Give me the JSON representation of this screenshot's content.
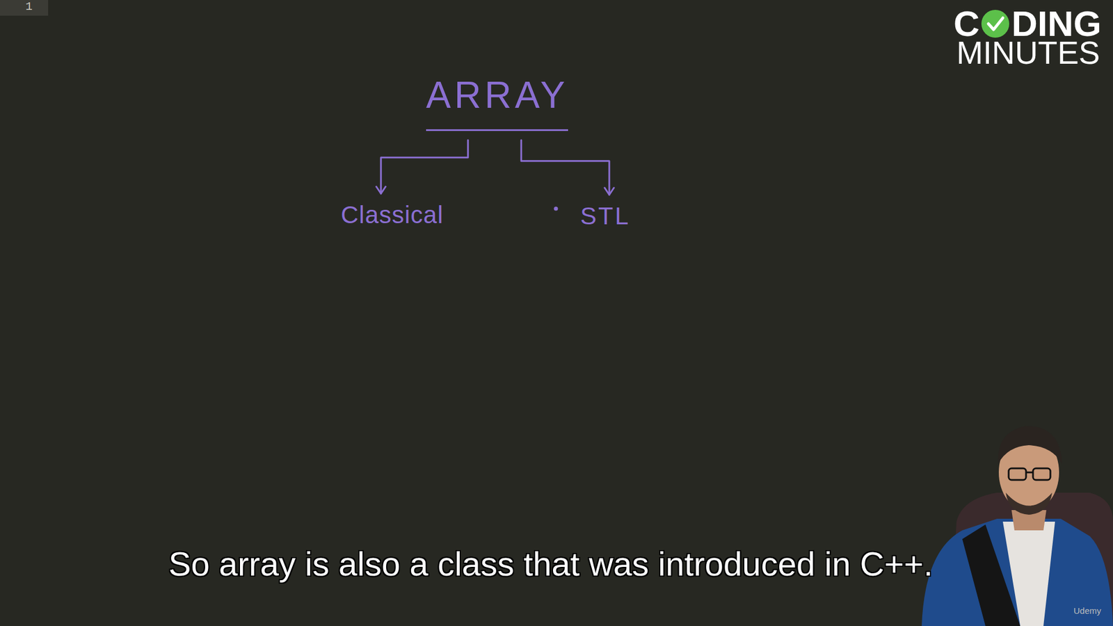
{
  "diagram": {
    "nodes": [
      {
        "text": [
          "ARRAY"
        ]
      },
      {
        "text": [
          "Classical"
        ]
      },
      {
        "text": [
          "STL"
        ]
      }
    ],
    "edges": [
      {
        "from": 0,
        "to": 1,
        "arrow": "to"
      },
      {
        "from": 0,
        "to": 2,
        "arrow": "to"
      }
    ],
    "labels": [
      "1",
      "C",
      "DING",
      "MINUTES",
      "So array is also a class that was introduced in C++.",
      "Udemy"
    ]
  }
}
